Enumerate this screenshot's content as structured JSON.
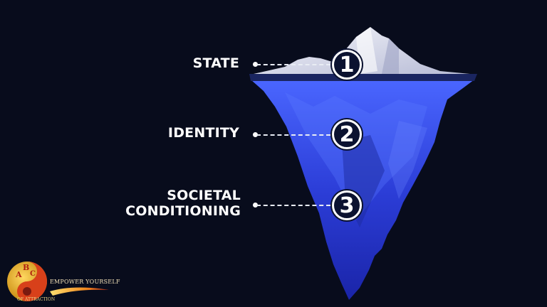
{
  "slide": {
    "background_color": "#080c1c",
    "iceberg": {
      "tip_color": "#d9dcec",
      "underwater_color": "#3249e0",
      "water_line_color": "#1a2560"
    },
    "layers": [
      {
        "number": "1",
        "label": "STATE"
      },
      {
        "number": "2",
        "label": "IDENTITY"
      },
      {
        "number": "3",
        "label_line1": "SOCIETAL",
        "label_line2": "CONDITIONING"
      }
    ]
  },
  "logo": {
    "letters": [
      "A",
      "B",
      "C"
    ],
    "arc_text": "OF ATTRACTION",
    "tagline": "EMPOWER YOURSELF",
    "colors": {
      "gold": "#e8b030",
      "red": "#c8301a",
      "orange": "#f07a1a"
    }
  }
}
